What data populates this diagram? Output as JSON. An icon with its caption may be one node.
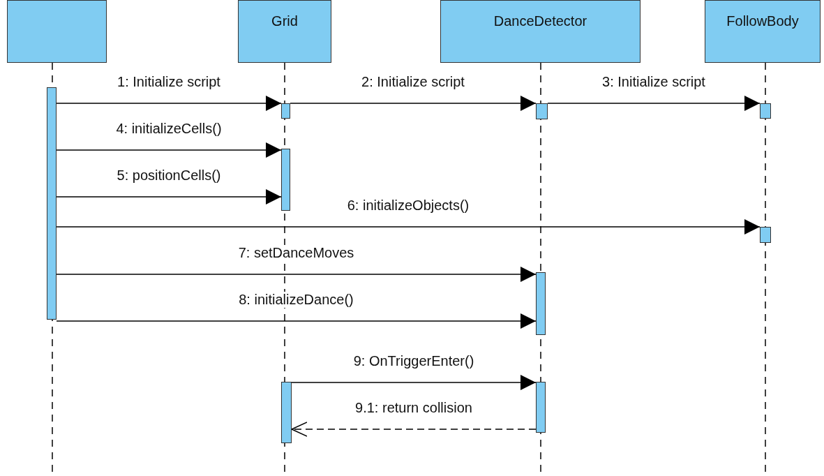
{
  "diagram": {
    "nodes": [
      {
        "text": [],
        "shape": "box"
      },
      {
        "text": [
          "Grid"
        ]
      },
      {
        "text": [
          "DanceDetector"
        ]
      },
      {
        "text": [
          "FollowBody"
        ]
      },
      {
        "text": [],
        "shape": "bar"
      },
      {
        "text": [],
        "shape": "bar"
      },
      {
        "text": [],
        "shape": "bar"
      },
      {
        "text": [],
        "shape": "bar"
      },
      {
        "text": [],
        "shape": "bar"
      },
      {
        "text": [],
        "shape": "bar"
      },
      {
        "text": [],
        "shape": "bar"
      },
      {
        "text": [],
        "shape": "bar"
      },
      {
        "text": [],
        "shape": "bar"
      }
    ],
    "edges": [
      {
        "from": 4,
        "to": 5,
        "arrow": "to",
        "label": "1: Initialize script"
      },
      {
        "from": 5,
        "to": 6,
        "arrow": "to",
        "label": "2: Initialize script"
      },
      {
        "from": 6,
        "to": 7,
        "arrow": "to",
        "label": "3: Initialize script"
      },
      {
        "from": 4,
        "to": 8,
        "arrow": "to",
        "label": "4: initializeCells()"
      },
      {
        "from": 4,
        "to": 8,
        "arrow": "to",
        "label": "5: positionCells()"
      },
      {
        "from": 4,
        "to": 9,
        "arrow": "to",
        "label": "6: initializeObjects()"
      },
      {
        "from": 4,
        "to": 10,
        "arrow": "to",
        "label": "7: setDanceMoves"
      },
      {
        "from": 4,
        "to": 10,
        "arrow": "to",
        "label": "8: initializeDance()"
      },
      {
        "from": 11,
        "to": 12,
        "arrow": "to",
        "label": "9: OnTriggerEnter()"
      },
      {
        "from": 12,
        "to": 11,
        "arrow": "to",
        "label": "9.1: return collision",
        "style": "dashed"
      }
    ]
  }
}
